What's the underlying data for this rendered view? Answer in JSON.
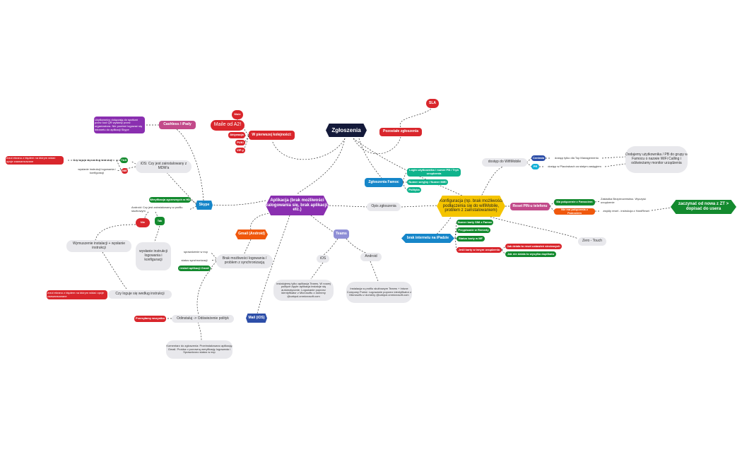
{
  "nodes": {
    "root": "Zgłoszenia",
    "sla": "SLA",
    "pozostale": "Pozostałe zgłoszenia",
    "pierwsza": "W pierwszej kolejności:",
    "maile": "Maile od A2!",
    "mnie": "Mnie",
    "aktywacja": "Aktywacja",
    "puki": "PUKi",
    "vip": "VIP-y",
    "aplikacja": "Aplikacja (brak możliwości zalogowania się, brak aplikacji, etc.)",
    "opis": "Opis zgłoszenia",
    "konfiguracja": "Konfiguracja (np. brak możliwości podłączenia się do wifiMobile, problem z zainstalowaniem)",
    "famoc": "Zgłoszenia Famoc",
    "login": "Login użytkownika / numer PB / Tryb urządzenia",
    "numer_seryjny": "Numer seryjny / Numer IMEI",
    "polityka": "Polityka",
    "dostep": "dostęp do WifiMobile",
    "centrala": "Centrala",
    "pr": "PR",
    "dostep_top": "dostęp tylko dla Top Managementu",
    "dostep_placowki": "dostęp w Placówkach za stałym zasięgiem",
    "dodajemy": "Dodajemy użytkownika / PB do grupy w Famocu o nazwie WiFi Calling i odświeżamy monitor urządzenia",
    "reset_pin": "Reset PIN-u telefonu",
    "ma_polaczenie": "Ma połączenie z Famociem",
    "nie_ma_polaczenia": "Nie ma połączenia z Famociem",
    "zakladka": "Zakładka Bezpieczeństwo. Wyczyść urządzenie",
    "zwykly_reset": "zwykły reset - instrukcja z HardReset",
    "zaczynac": "zaczynać od nowa z ZT > dopisać do usera",
    "brak_internetu": "brak internetu na iPadzie",
    "numer_karty": "Numer karty SIM z Famoc",
    "przypisanie": "Przypisanie w Remedy",
    "status_karty": "Status karty w MF",
    "jesli_karty": "Jeśli karty w innym urządzeniu",
    "jak_dziala": "Jak działa to reset ustawień sieciowych",
    "jak_nie": "Jak nie działa to wysyłka duplikatu",
    "zero_touch": "Zero - Touch",
    "teams": "Teams",
    "ios": "iOS",
    "android": "Android",
    "ios_text": "instalujemy tylko aplikacja Teams. W nowej polityce Apple aplikacja instaluje się automatycznie. Logowanie poprzez identyfikator z Microsoftu z domeny @cabpol.onmicrosoft.com",
    "android_text": "Instalacja w profilu służbowym Teams + Intune Company Portal. Logowanie poprzez identyfikator z Microsoftu z domeny @cabpol.onmicrosoft.com",
    "mail_ios": "Mail (iOS)",
    "gmail": "Gmail (Android)",
    "brak_logowania": "Brak możliwości logowania / problem z synchronizacją",
    "sprawdzenie": "sprawdzenie w ecp",
    "status_sync": "status synchronizacji",
    "restart": "restart aplikacji Gmail",
    "odinstaluj": "Odinstaluj -> Odświeżenie polityk",
    "przesylamy": "Przesyłamy wszystko",
    "komentarz": "Komentarz do zgłoszenia: Przeinstalowano aplikację Gmail. Prośba o ponowną weryfikację logowania / Sprawdzono status w ecp",
    "skype": "Skype",
    "cashless": "Cashless / iPady",
    "uzytkownicy": "Użytkownicy dołączają do spotkań przez kod QR wysłany przez organizatora. Nie powinni logować się intranetu do aplikacji Skype",
    "ios_question": "iOS: Czy jest zainstalowany z MDM'a",
    "czy_loguje": "Czy loguje się według instrukcji",
    "wyslanie_instr": "wysłanie instrukcji logowania i konfiguracji",
    "tak": "TAK",
    "nie": "NIE",
    "zrzut1": "zrzut ekranu z błędem na którym widać opcje zaawansowane",
    "weryfikacja": "Weryfikacja zgrzewnych w HD",
    "android_question": "Android: Czy jest zainstalowany w profilu służbowym",
    "nie2": "Nie",
    "tak2": "Tak",
    "wymuszenie": "Wymuszenie instalacji + wysłanie instrukcji",
    "wyslanie2": "wysłanie instrukcji logowania i konfiguracji",
    "czy_loguje2": "Czy loguje się według instrukcji",
    "zrzut2": "zrzut ekranu z błędem na którym widać opcje zaawansowane"
  },
  "colors": {
    "navy": "#141a3a",
    "red": "#d9262c",
    "purple": "#8a2fb0",
    "blue": "#1686c9",
    "green": "#138a2e",
    "teal": "#10b38c",
    "yellow": "#f5c400",
    "orange": "#f0580c",
    "pink": "#c24a8a",
    "lavender": "#8f8fd6",
    "darkblue": "#2d4ea8",
    "gray": "#e8e8ec"
  }
}
